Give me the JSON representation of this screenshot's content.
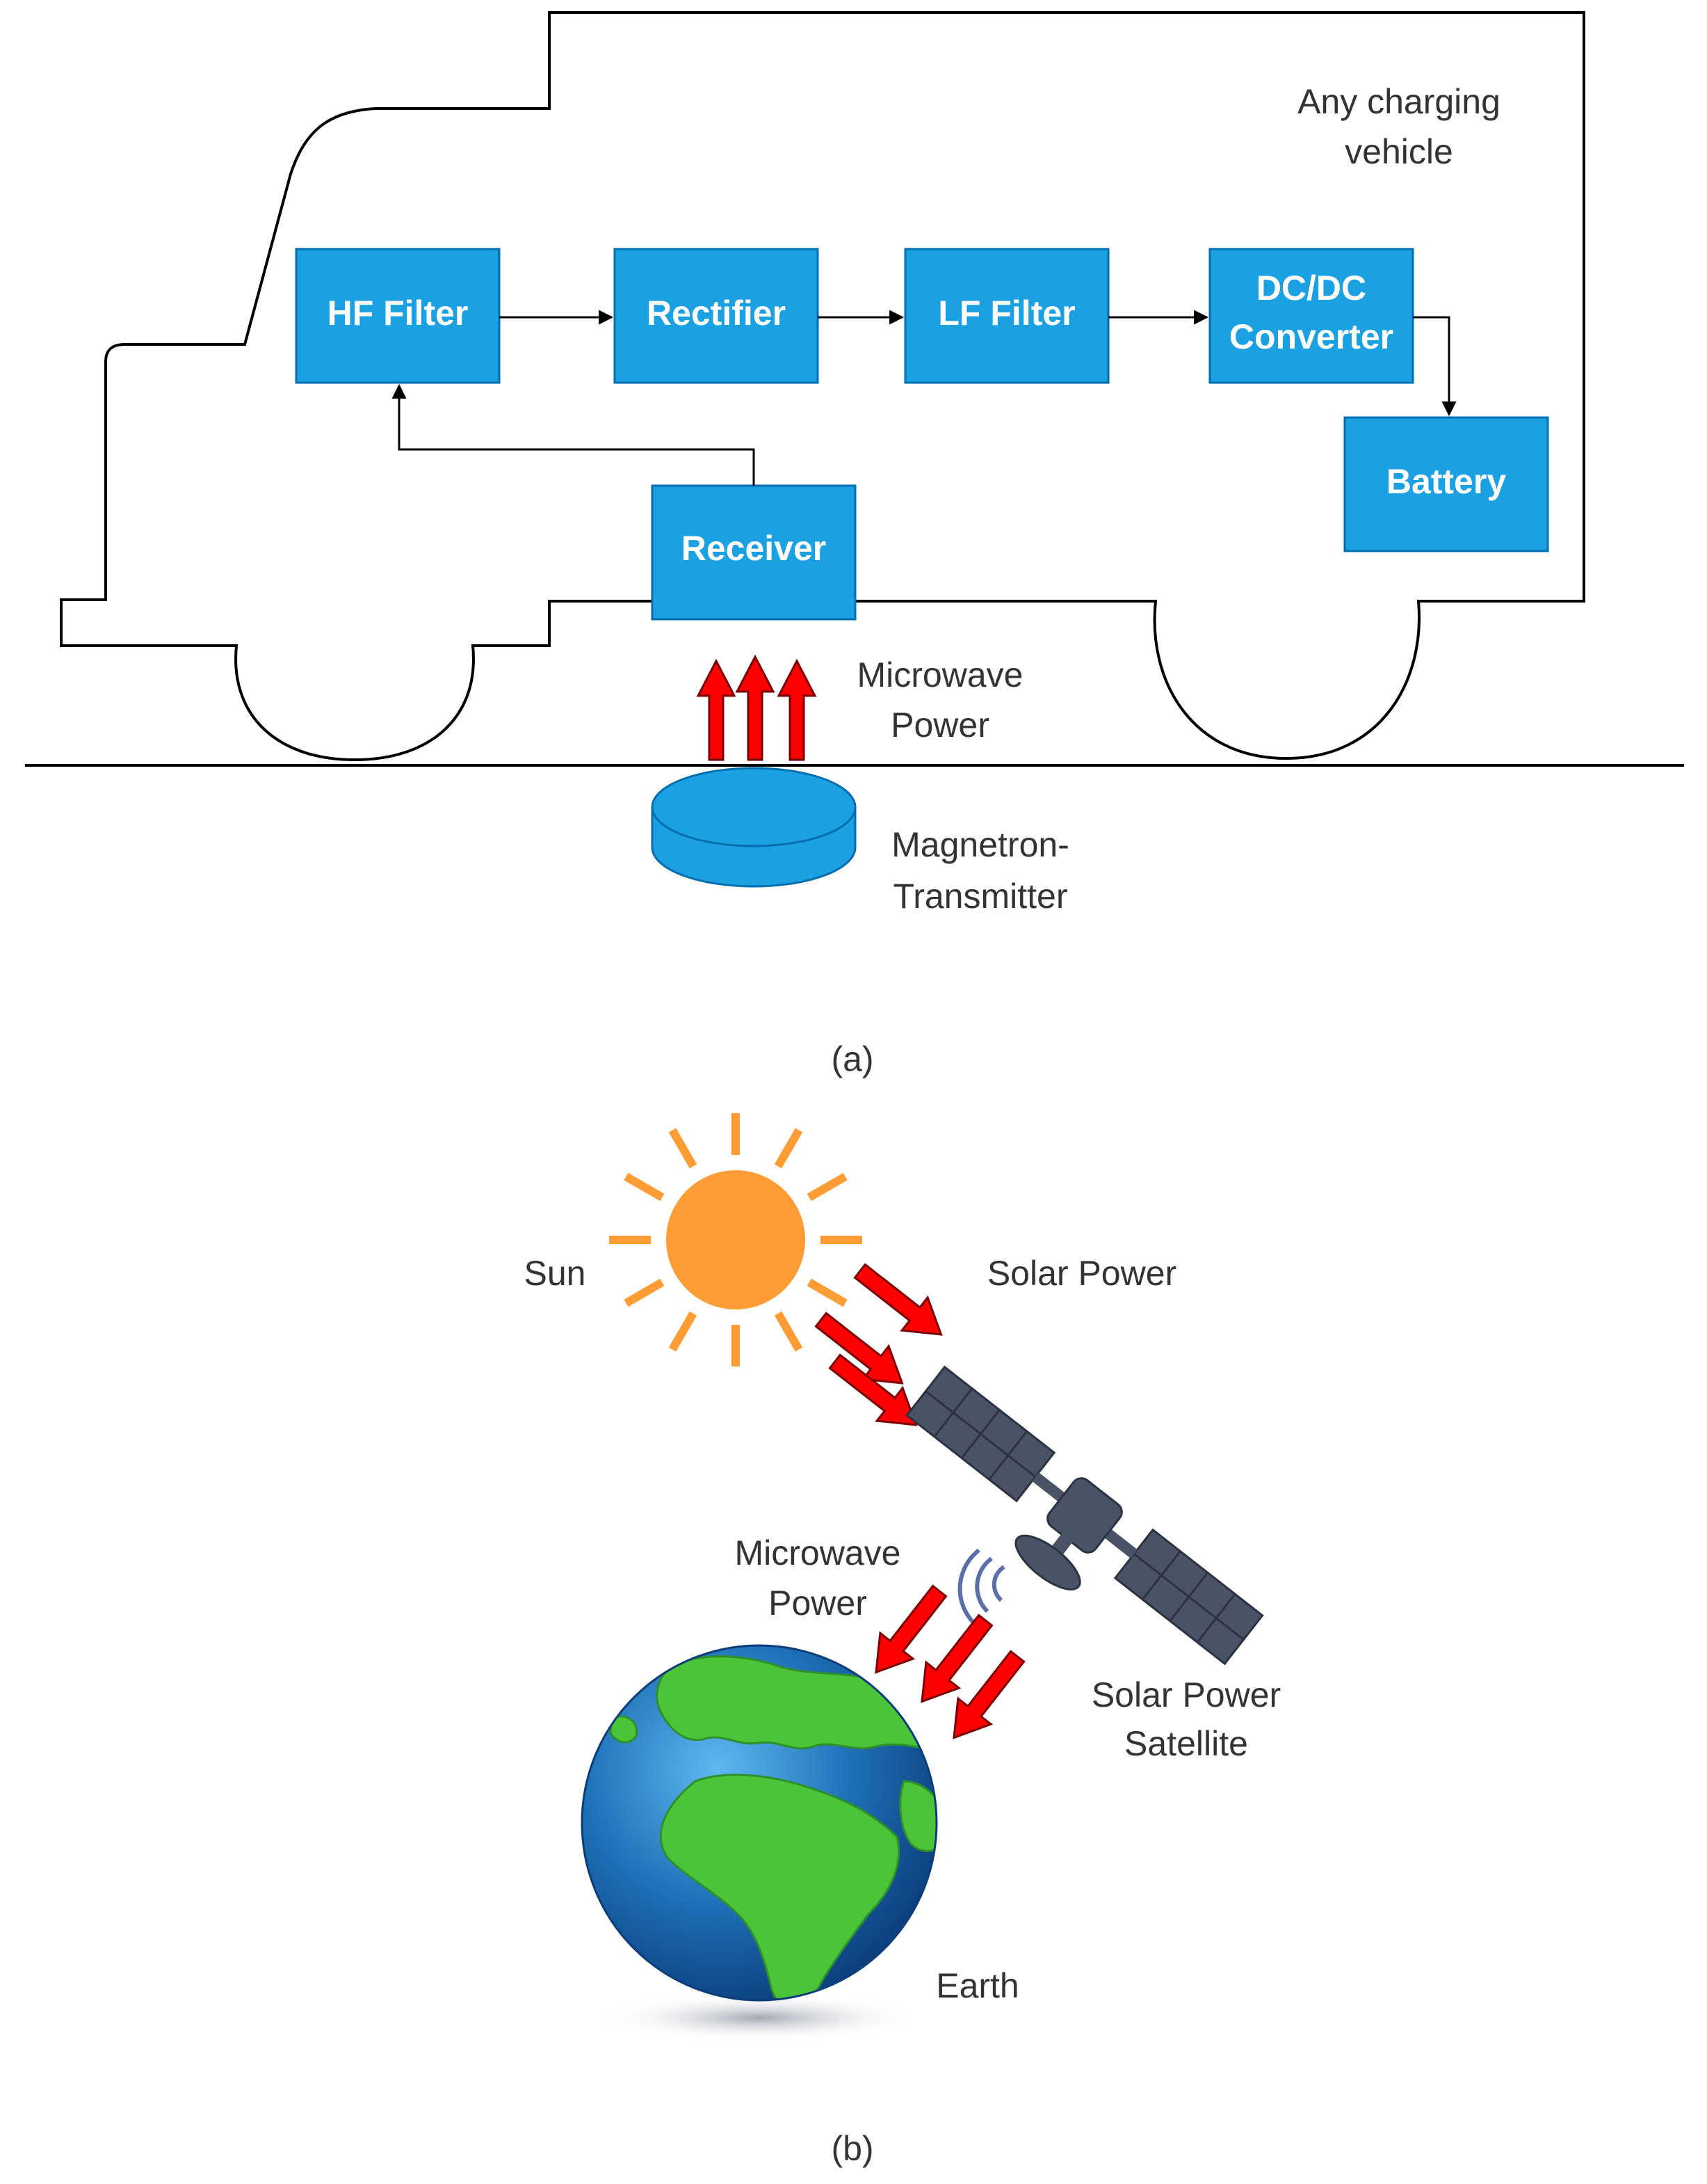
{
  "panel_a": {
    "vehicle_label": [
      "Any charging",
      "vehicle"
    ],
    "blocks": {
      "hf_filter": [
        "HF Filter"
      ],
      "rectifier": [
        "Rectifier"
      ],
      "lf_filter": [
        "LF Filter"
      ],
      "dcdc_converter": [
        "DC/DC",
        "Converter"
      ],
      "battery": [
        "Battery"
      ],
      "receiver": [
        "Receiver"
      ]
    },
    "microwave_label": [
      "Microwave",
      "Power"
    ],
    "transmitter_label": [
      "Magnetron-",
      "Transmitter"
    ],
    "caption": "(a)"
  },
  "panel_b": {
    "sun_label": "Sun",
    "solar_power_label": "Solar Power",
    "microwave_label": [
      "Microwave",
      "Power"
    ],
    "satellite_label": [
      "Solar Power",
      "Satellite"
    ],
    "earth_label": "Earth",
    "caption": "(b)"
  },
  "colors": {
    "block_fill": "#1ba1e2",
    "block_stroke": "#006eaf",
    "arrow_red": "#ff0000",
    "sun": "#ff9c33",
    "satellite": "#4a5266",
    "earth_ocean": "#1e6fb5",
    "earth_land": "#4cc43a"
  }
}
